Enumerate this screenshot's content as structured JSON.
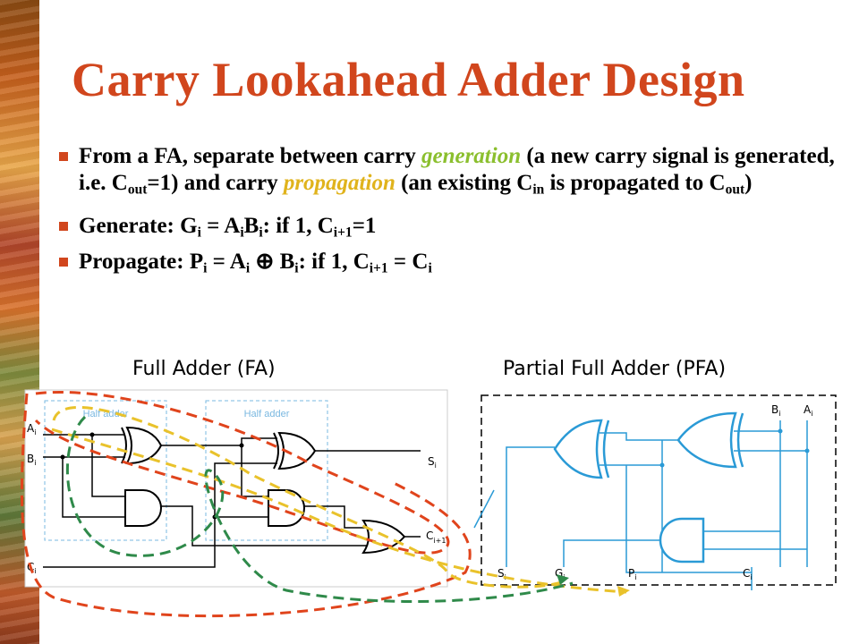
{
  "slide": {
    "title": "Carry Lookahead Adder Design",
    "b1": {
      "p1": "From a FA, separate between carry ",
      "generation": "generation",
      "p2": " (a new carry signal is generated, i.e. C",
      "sub_out1": "out",
      "p3": "=1) and carry ",
      "propagation": "propagation",
      "p4": " (an existing C",
      "sub_in": "in",
      "p5": " is propagated to C",
      "sub_out2": "out",
      "p6": ")"
    },
    "b2": {
      "t1": "Generate: G",
      "s1": "i",
      "t2": " = A",
      "s2": "i",
      "t3": "B",
      "s3": "i",
      "t4": ": if 1, C",
      "s4": "i+1",
      "t5": "=1"
    },
    "b3": {
      "t1": "Propagate: P",
      "s1": "i",
      "t2": " = A",
      "s2": "i",
      "op": " ⊕ ",
      "t3": "B",
      "s3": "i",
      "t4": ": if 1, C",
      "s4": "i+1",
      "t5": " = C",
      "s5": "i"
    }
  },
  "fa": {
    "heading": "Full Adder (FA)",
    "half_adder_1": "Half adder",
    "half_adder_2": "Half adder",
    "a": "A",
    "a_sub": "i",
    "b": "B",
    "b_sub": "i",
    "c": "C",
    "c_sub": "i",
    "s": "S",
    "s_sub": "i",
    "cout": "C",
    "cout_sub": "i+1"
  },
  "pfa": {
    "heading": "Partial Full Adder (PFA)",
    "b": "B",
    "b_sub": "i",
    "a": "A",
    "a_sub": "i",
    "s": "S",
    "s_sub": "i",
    "g": "G",
    "g_sub": "i",
    "p": "P",
    "p_sub": "i",
    "c": "C",
    "c_sub": "i"
  },
  "colors": {
    "title": "#d1461d",
    "gen": "#e0b31c",
    "prop": "#8bbf2e",
    "pfa_gate": "#2a9ad6",
    "dash_red": "#e0441c",
    "dash_yellow": "#e9c22b",
    "dash_green": "#2f8a4a"
  }
}
